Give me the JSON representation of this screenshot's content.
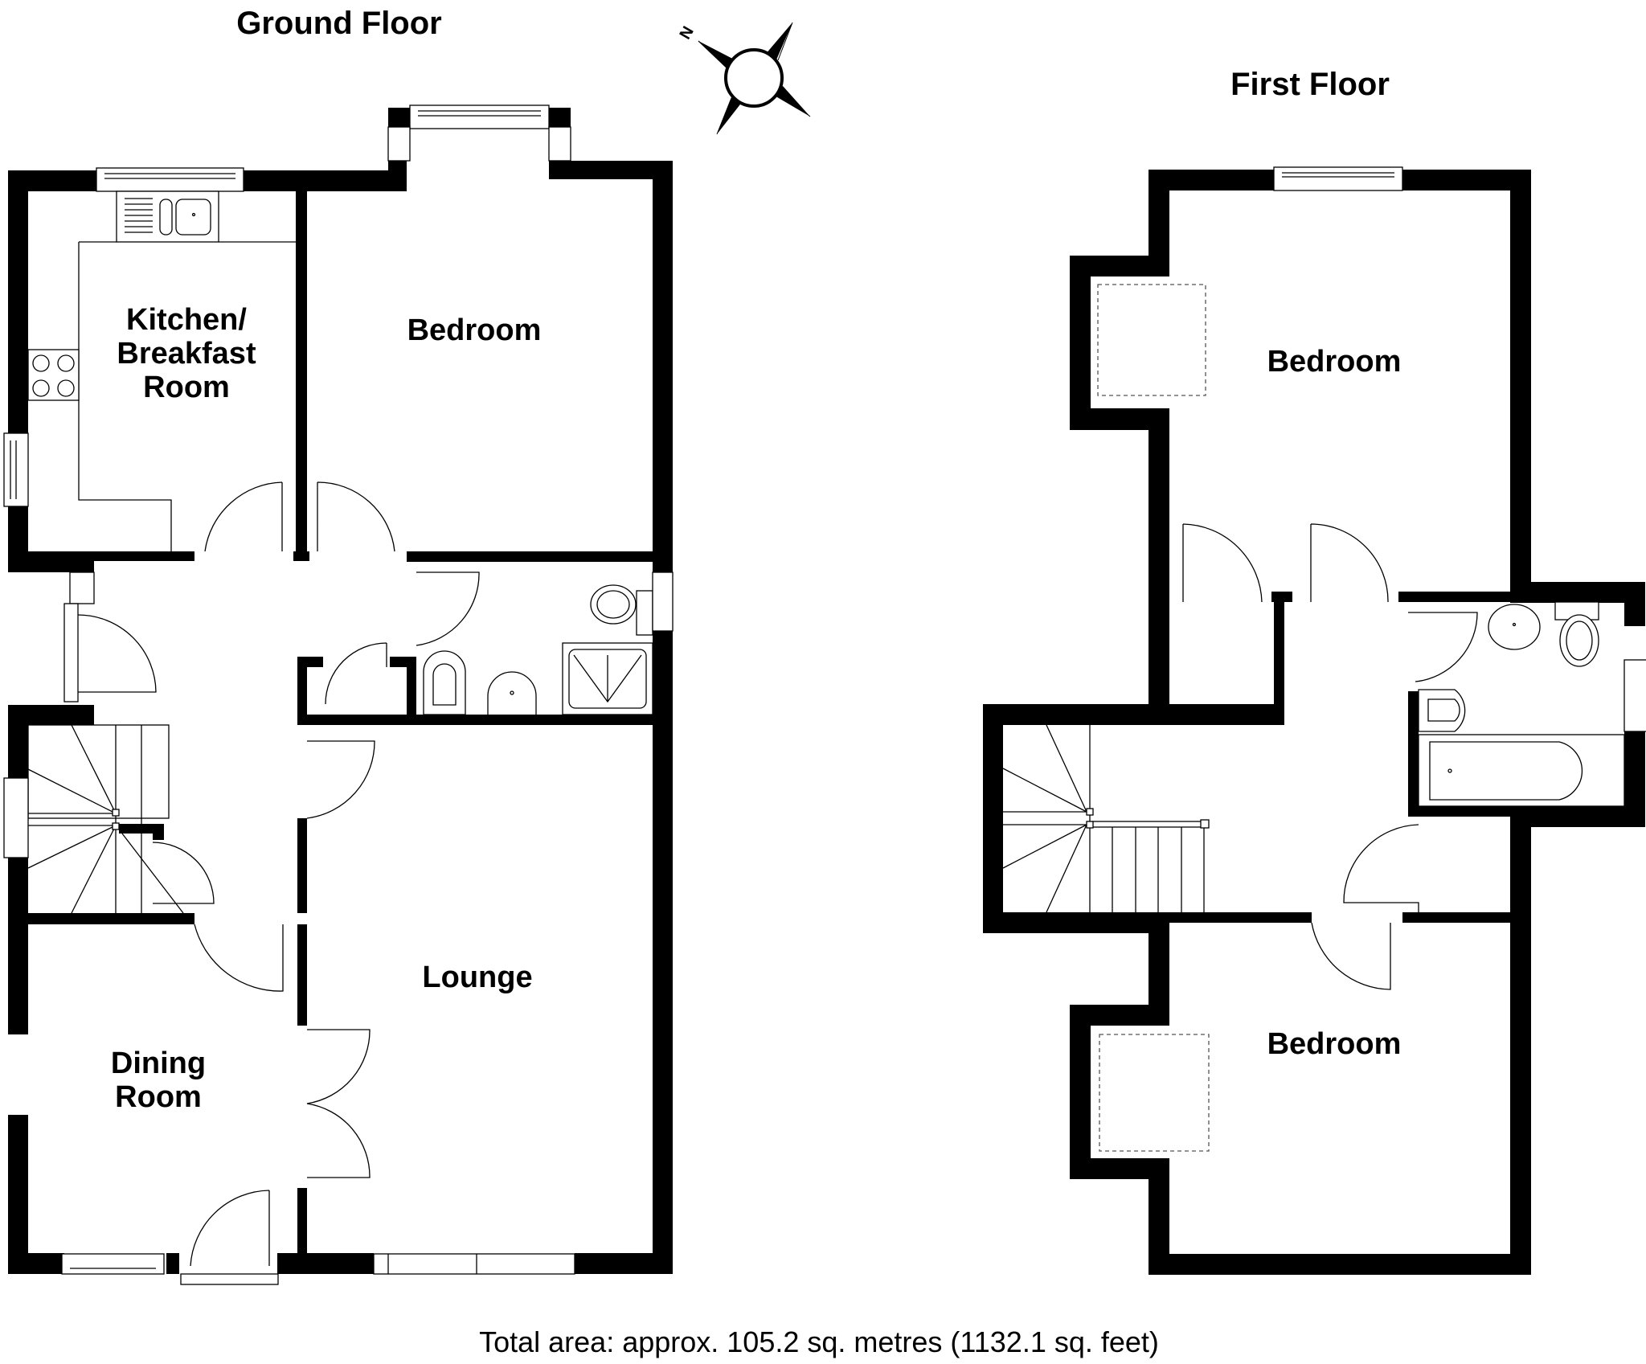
{
  "ground_floor": {
    "title": "Ground Floor",
    "rooms": [
      {
        "id": "kitchen",
        "lines": [
          "Kitchen/",
          "Breakfast",
          "Room"
        ]
      },
      {
        "id": "bedroom",
        "lines": [
          "Bedroom"
        ]
      },
      {
        "id": "lounge",
        "lines": [
          "Lounge"
        ]
      },
      {
        "id": "dining",
        "lines": [
          "Dining",
          "Room"
        ]
      }
    ]
  },
  "first_floor": {
    "title": "First Floor",
    "rooms": [
      {
        "id": "bedroom-1",
        "lines": [
          "Bedroom"
        ]
      },
      {
        "id": "bedroom-2",
        "lines": [
          "Bedroom"
        ]
      }
    ]
  },
  "compass": {
    "north_label": "N",
    "icon": "compass-rose-icon"
  },
  "footer": {
    "total_area": "Total area: approx. 105.2 sq. metres (1132.1 sq. feet)"
  },
  "colors": {
    "wall": "#000000",
    "background": "#ffffff",
    "fixture_line": "#000000",
    "dashed_outline": "#555555"
  }
}
